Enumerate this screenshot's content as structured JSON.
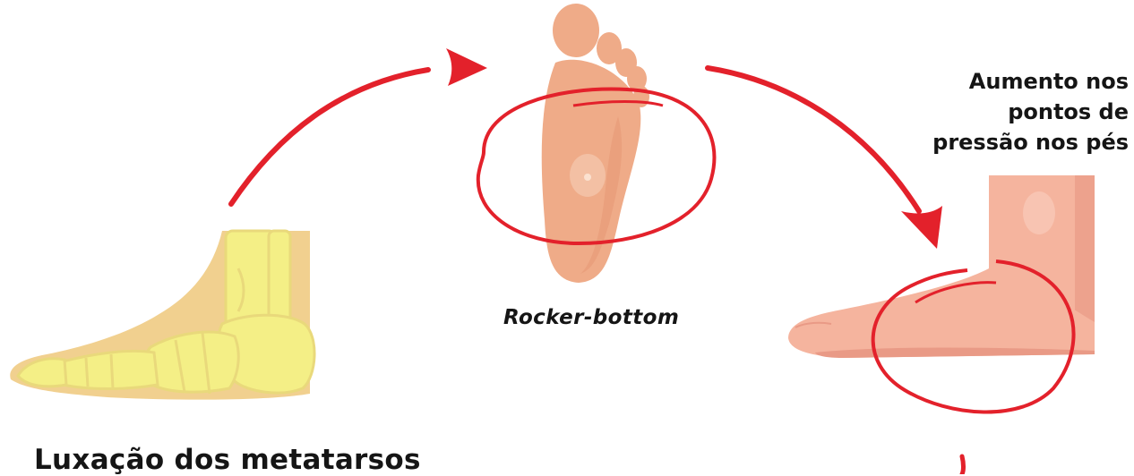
{
  "labels": {
    "left_caption": "Luxação dos metatarsos",
    "middle_caption": "Rocker-bottom",
    "right_caption_lines": [
      "Aumento nos",
      "pontos de",
      "pressão nos pés"
    ]
  },
  "colors": {
    "accent_red": "#e3212b",
    "bone_yellow": "#f4ef86",
    "bone_outline": "#e9d97b",
    "skin_left": "#f1d08f",
    "sole_skin": "#efab88",
    "sole_shadow": "#e69a76",
    "flat_foot_skin": "#f5b49e",
    "flat_foot_shadow": "#e99a86"
  },
  "icons": {
    "left_figure": "foot-skeleton-icon",
    "middle_figure": "foot-sole-icon",
    "right_figure": "flat-foot-icon"
  }
}
